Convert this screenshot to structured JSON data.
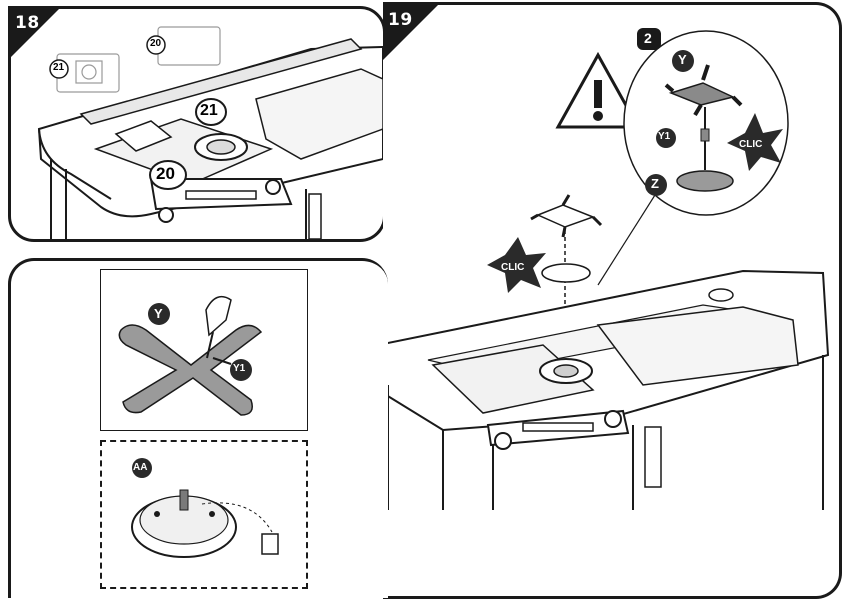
{
  "steps": {
    "step18": "18",
    "step19": "19"
  },
  "labels": {
    "part20_box": "20",
    "part21_box": "21",
    "part21": "21",
    "part20": "20",
    "detail_num": "2",
    "Y": "Y",
    "Y1": "Y1",
    "Z": "Z",
    "clic_detail": "CLIC",
    "clic_main": "CLIC",
    "Y_sub": "Y",
    "Y1_sub": "Y1",
    "AA": "AA"
  },
  "icons": [
    "warning-triangle-icon",
    "clic-star-icon"
  ],
  "colors": {
    "line": "#1a1a1a",
    "grey": "#9a9a9a",
    "dark": "#2a2a2a"
  }
}
